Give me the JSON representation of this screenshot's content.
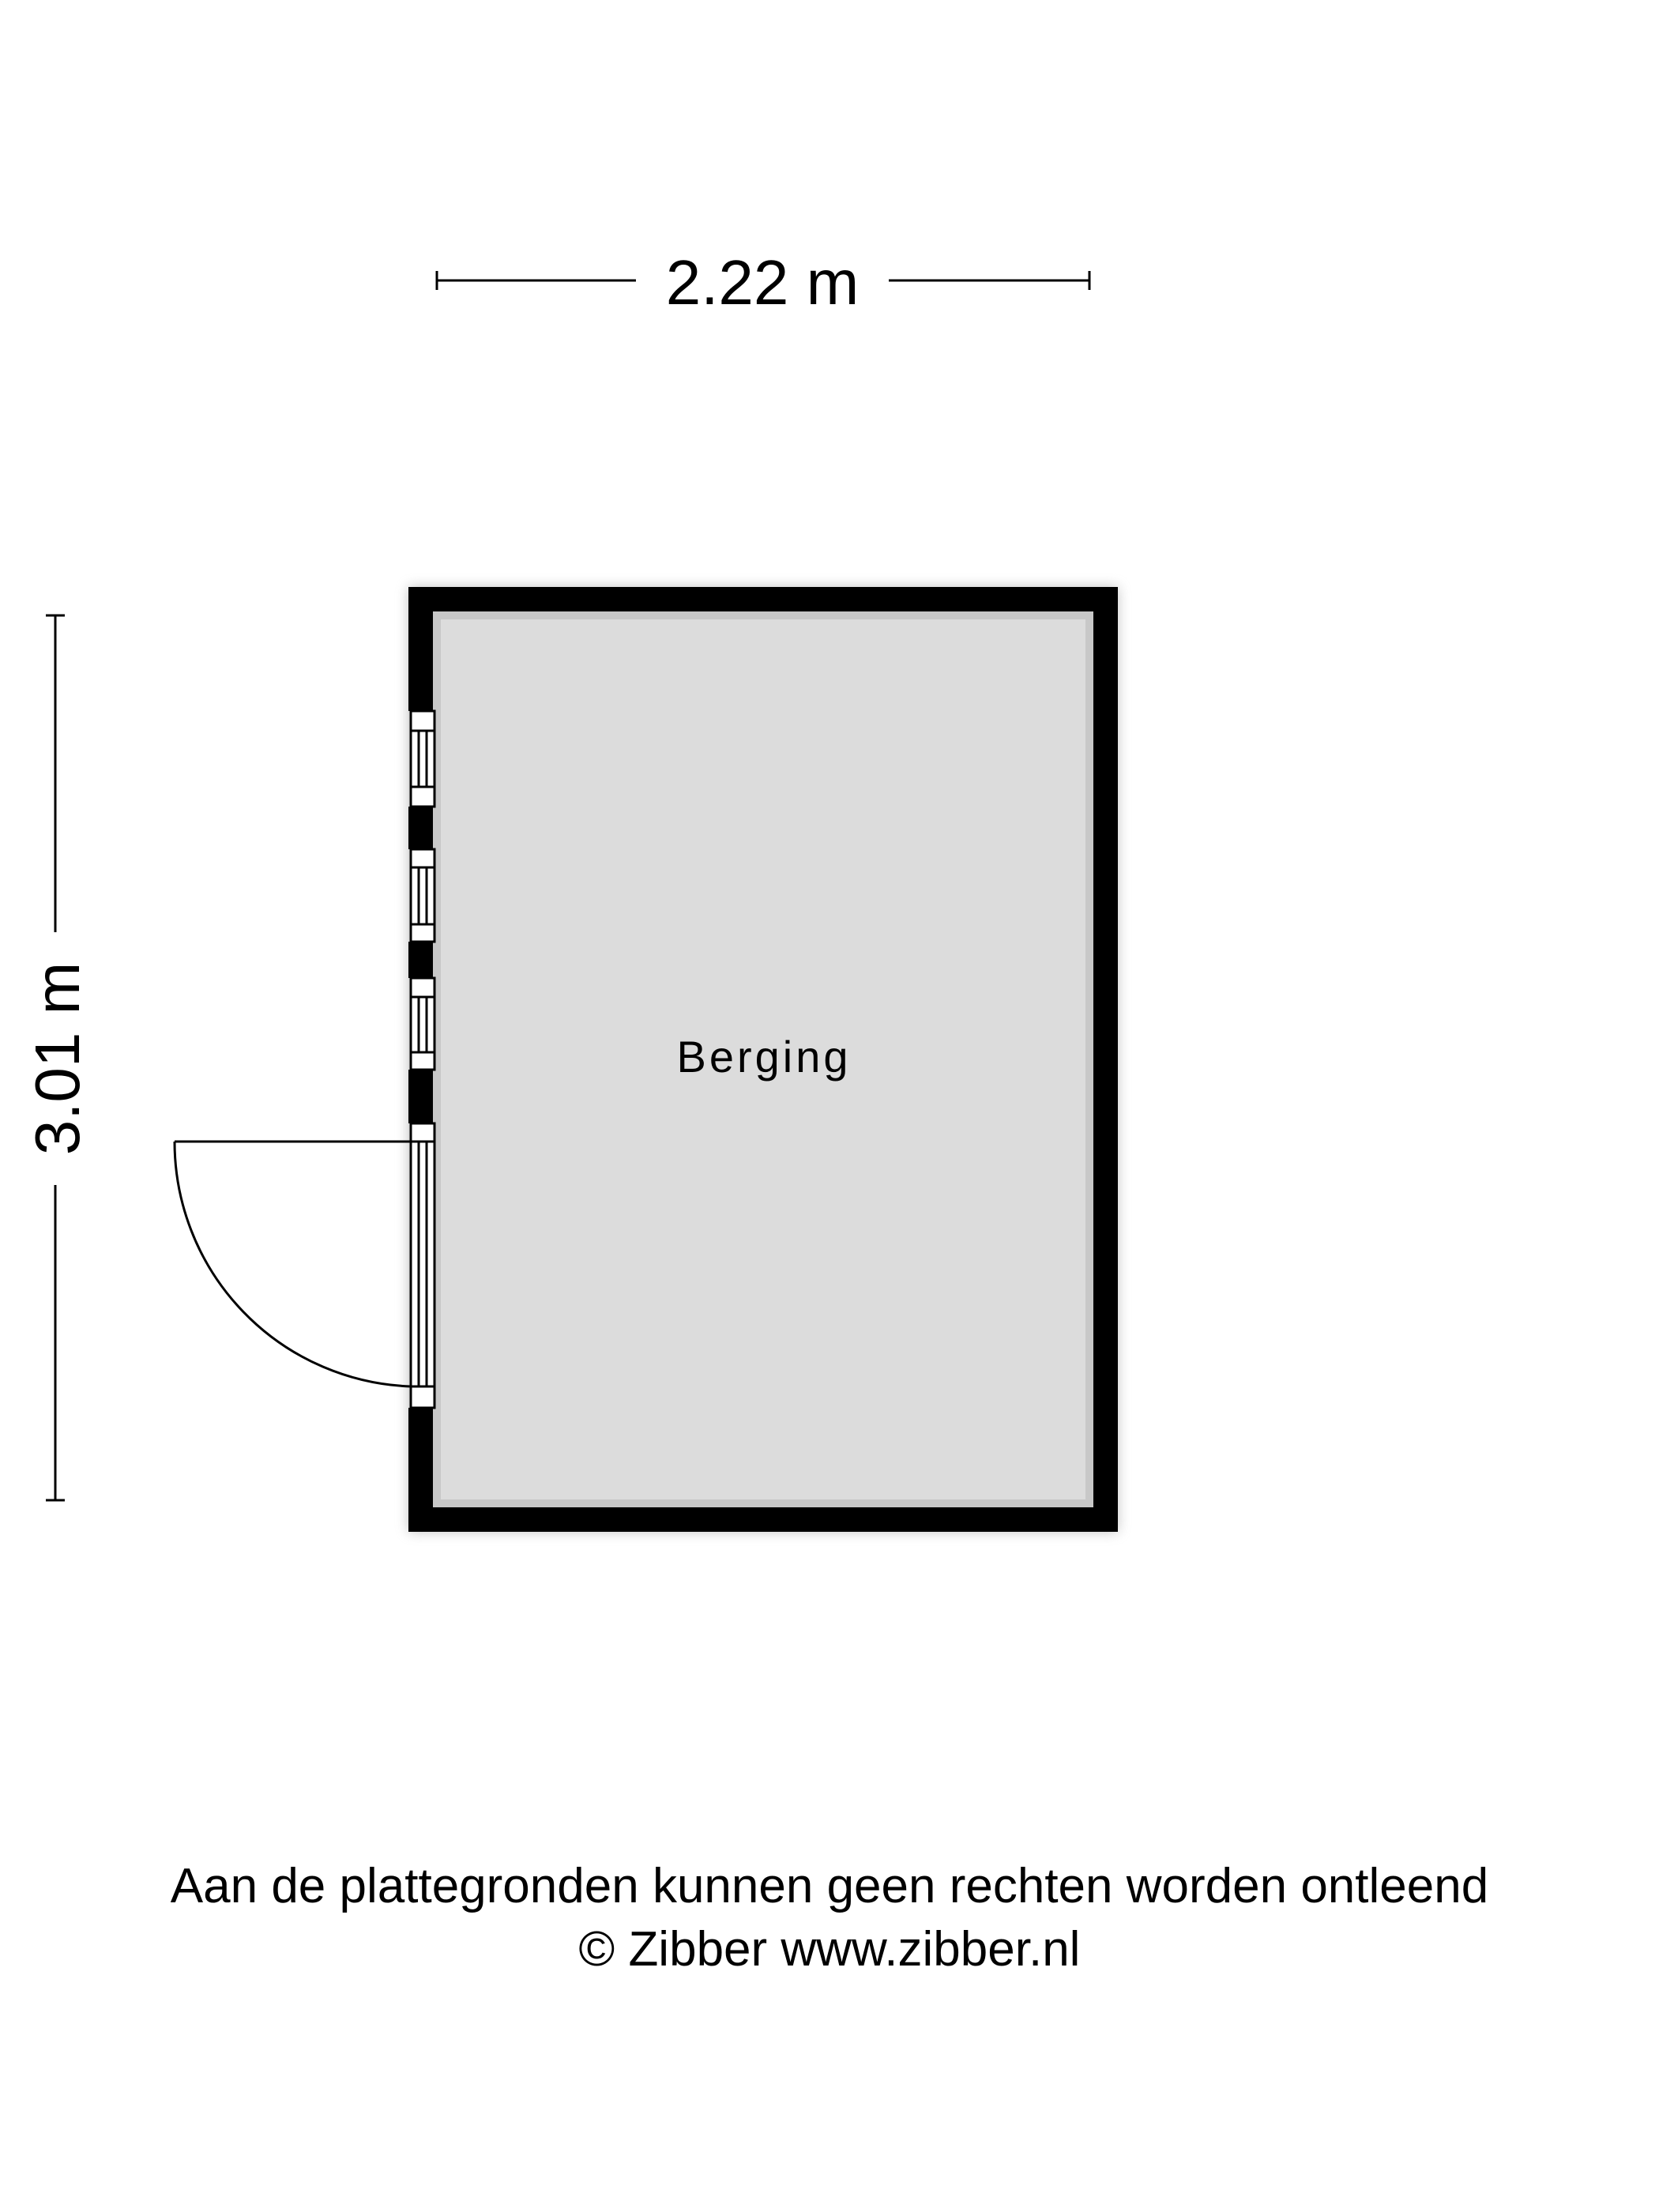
{
  "plan": {
    "width_label": "2.22 m",
    "height_label": "3.01 m",
    "room_label": "Berging",
    "floor_color": "#dcdcdc",
    "wall_color": "#000000"
  },
  "footer": {
    "disclaimer": "Aan de plattegronden kunnen geen rechten worden ontleend",
    "copyright": "© Zibber www.zibber.nl"
  }
}
